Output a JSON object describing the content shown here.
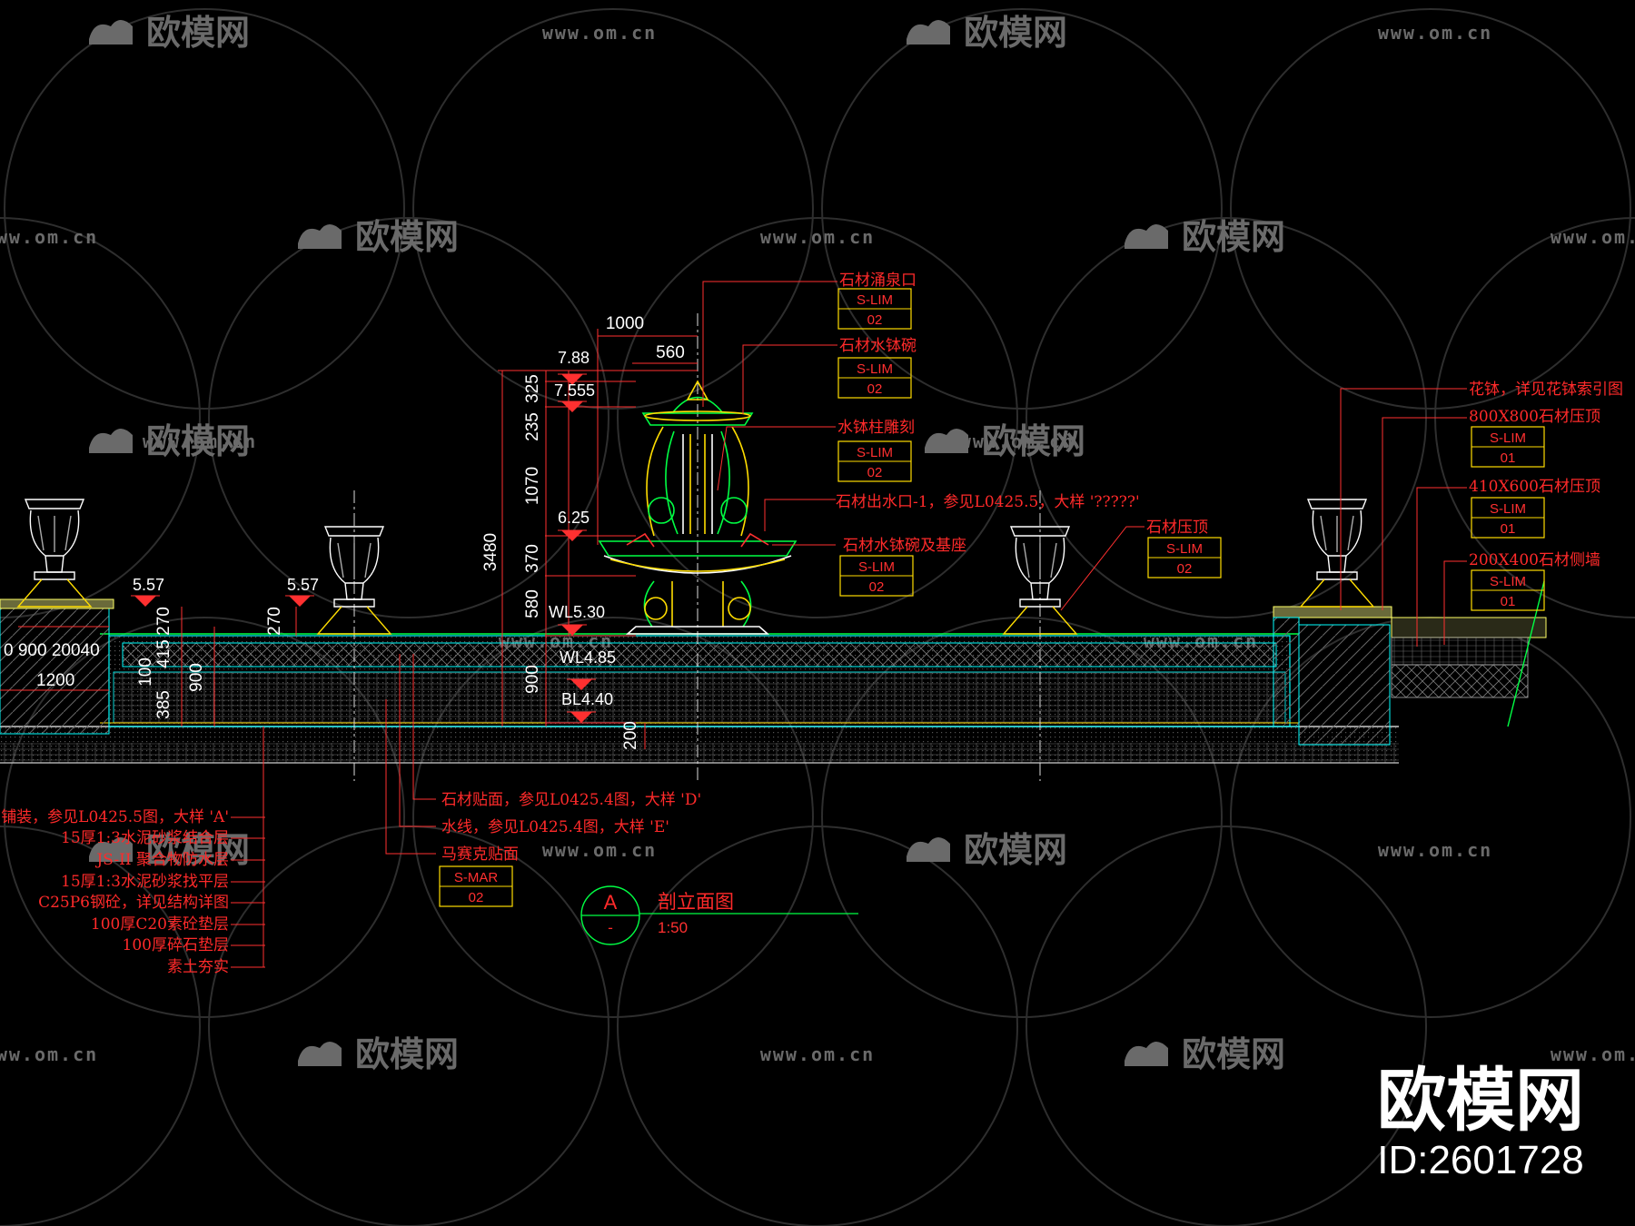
{
  "watermark": {
    "brand": "欧模网",
    "url": "www.om.cn",
    "url_short": "om.cn"
  },
  "brand_badge": {
    "title": "欧模网",
    "id": "ID:2601728"
  },
  "section": {
    "letter": "A",
    "sub": "-",
    "title": "剖立面图",
    "scale": "1:50"
  },
  "callouts_top": [
    {
      "text": "石材涌泉口",
      "code": "S-LIM",
      "num": "02"
    },
    {
      "text": "石材水钵碗",
      "code": "S-LIM",
      "num": "02"
    },
    {
      "text": "水钵柱雕刻",
      "code": "S-LIM",
      "num": "02"
    },
    {
      "text": "石材出水口-1，参见L0425.5，大样 '?????'"
    },
    {
      "text": "石材水钵碗及基座",
      "code": "S-LIM",
      "num": "02"
    },
    {
      "text": "石材压顶",
      "code": "S-LIM",
      "num": "02"
    }
  ],
  "callouts_right": [
    {
      "text": "花钵，详见花钵索引图"
    },
    {
      "text": "800X800石材压顶",
      "code": "S-LIM",
      "num": "01"
    },
    {
      "text": "410X600石材压顶",
      "code": "S-LIM",
      "num": "01"
    },
    {
      "text": "200X400石材侧墙",
      "code": "S-LIM",
      "num": "01"
    }
  ],
  "callouts_bottom": [
    {
      "text": "石材贴面，参见L0425.4图，大样 'D'"
    },
    {
      "text": "水线，参见L0425.4图，大样 'E'"
    },
    {
      "text": "马赛克贴面",
      "code": "S-MAR",
      "num": "02"
    }
  ],
  "layers": [
    "铺装，参见L0425.5图，大样 'A'",
    "15厚1:3水泥砂浆结合层",
    "JS-II 聚合物防水层",
    "15厚1:3水泥砂浆找平层",
    "C25P6钢砼，详见结构详图",
    "100厚C20素砼垫层",
    "100厚碎石垫层",
    "素土夯实"
  ],
  "elevations": [
    "7.88",
    "7.555",
    "6.25",
    "5.57",
    "5.57",
    "WL5.30",
    "WL4.85",
    "BL4.40"
  ],
  "dims": {
    "top_1000": "1000",
    "top_560": "560",
    "v_325": "325",
    "v_235": "235",
    "v_1070": "1070",
    "v_370": "370",
    "v_580": "580",
    "v_3480": "3480",
    "v_900": "900",
    "v_200": "200",
    "left_270a": "270",
    "left_415": "415",
    "left_270b": "270",
    "left_100": "100",
    "left_385": "385",
    "left_900": "900",
    "left_900_200_40": "0 900 20040",
    "left_1200": "1200"
  }
}
